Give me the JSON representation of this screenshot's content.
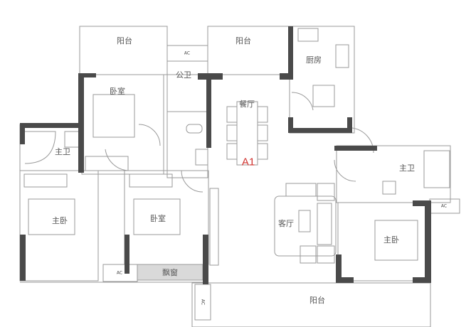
{
  "plan": {
    "title": "A1",
    "rooms": {
      "balcony_top_left": "阳台",
      "balcony_top_mid": "阳台",
      "kitchen": "厨房",
      "bedroom_top": "卧室",
      "public_bath": "公卫",
      "dining": "餐厅",
      "master_bath_left": "主卫",
      "master_bed_left": "主卧",
      "bedroom_mid": "卧室",
      "bay_window": "飘窗",
      "living": "客厅",
      "master_bath_right": "主卫",
      "master_bed_right": "主卧",
      "balcony_bottom": "阳台"
    },
    "ac_label": "AC"
  },
  "colors": {
    "wall": "#4a4a4a",
    "line": "#9a9a9a",
    "title": "#d0312d",
    "bay": "#d9d9d9"
  }
}
